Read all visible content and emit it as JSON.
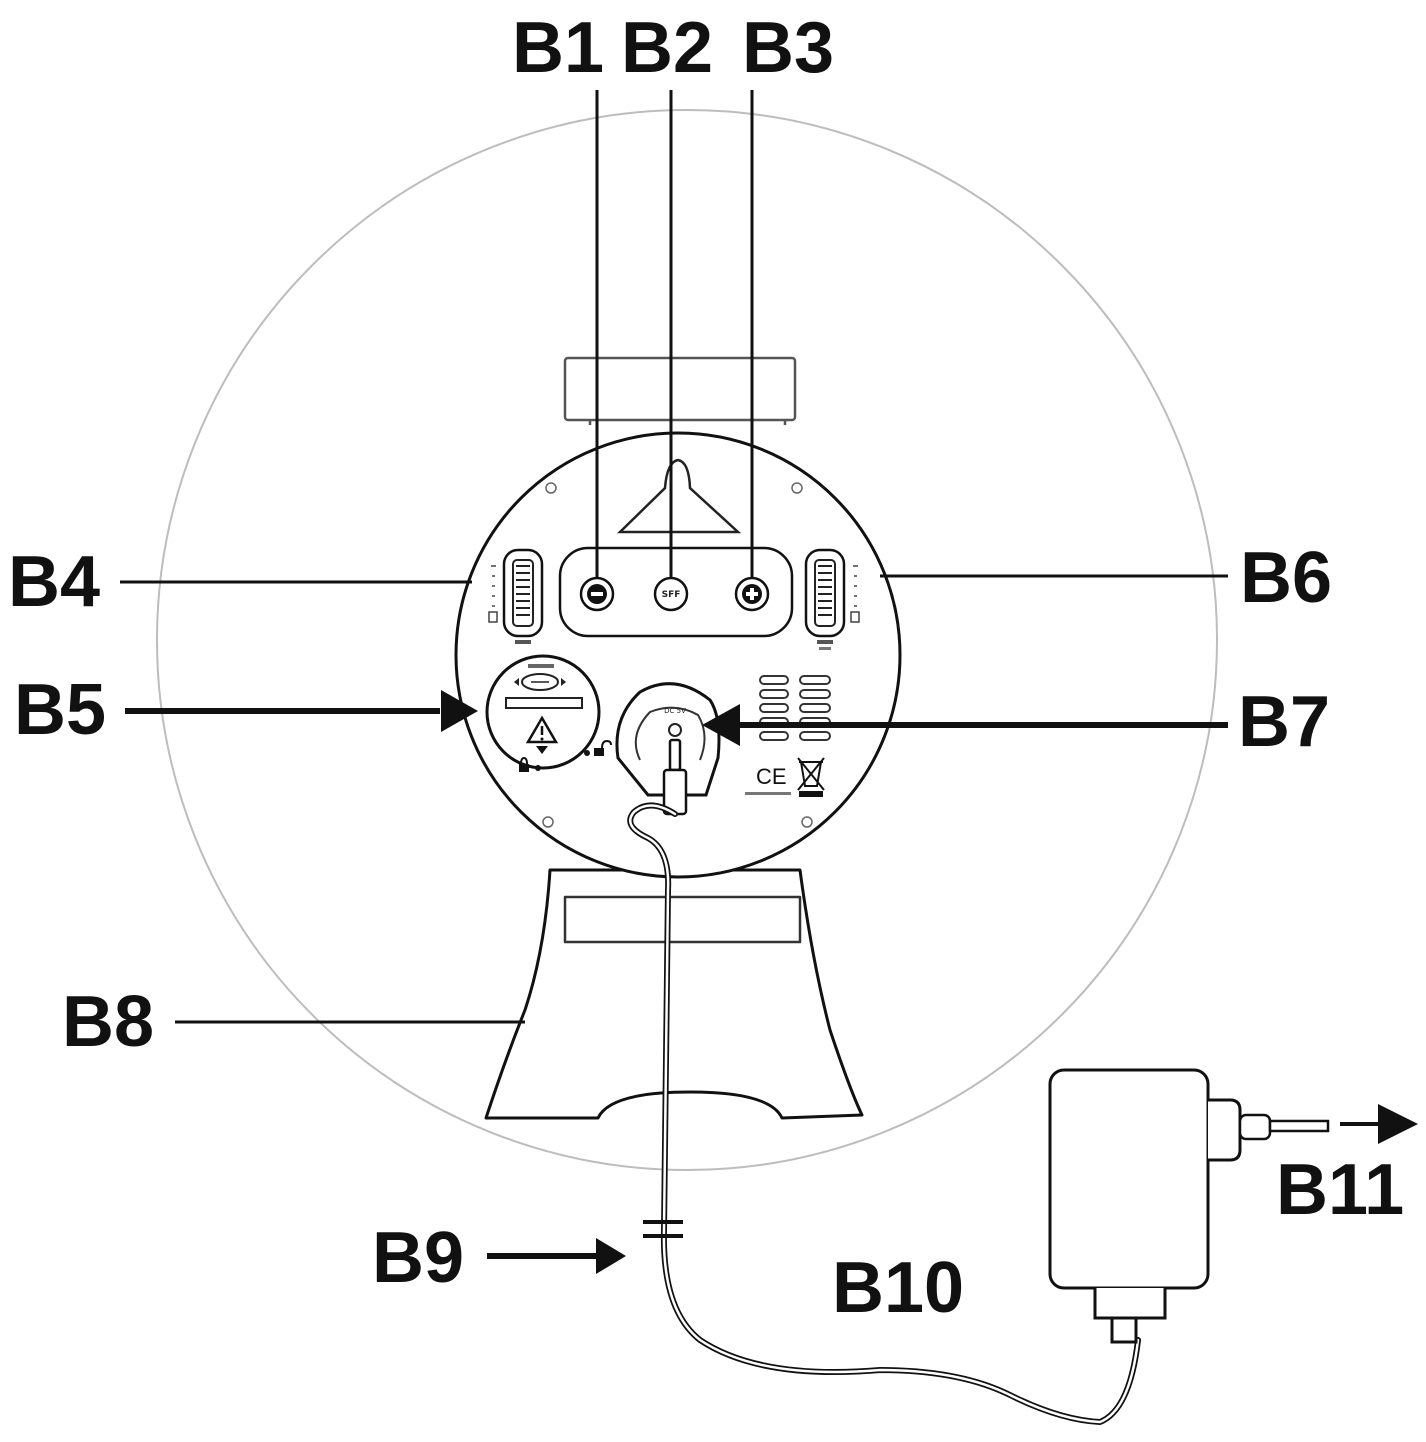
{
  "callouts": [
    {
      "id": "B1",
      "text": "B1"
    },
    {
      "id": "B2",
      "text": "B2"
    },
    {
      "id": "B3",
      "text": "B3"
    },
    {
      "id": "B4",
      "text": "B4"
    },
    {
      "id": "B5",
      "text": "B5"
    },
    {
      "id": "B6",
      "text": "B6"
    },
    {
      "id": "B7",
      "text": "B7"
    },
    {
      "id": "B8",
      "text": "B8"
    },
    {
      "id": "B9",
      "text": "B9"
    },
    {
      "id": "B10",
      "text": "B10"
    },
    {
      "id": "B11",
      "text": "B11"
    }
  ],
  "device_markings": {
    "snooze_button": "SFF",
    "ce_mark": "CE",
    "jack_label": "DC 5V"
  },
  "icons": {
    "minus_button": "minus-icon",
    "plus_button": "plus-icon",
    "warning": "warning-triangle-icon",
    "lock": "lock-icon",
    "unlock": "unlock-icon",
    "weee": "crossed-bin-icon"
  },
  "colors": {
    "line": "#111111",
    "faint": "#bdbdbd",
    "background": "#ffffff"
  }
}
